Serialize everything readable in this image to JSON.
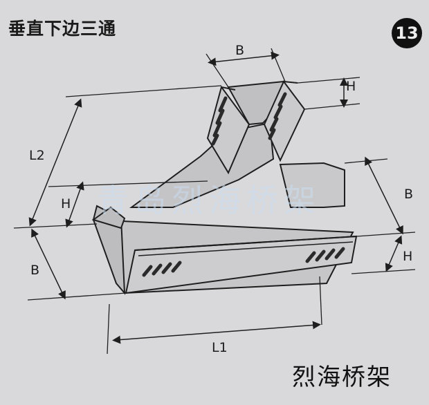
{
  "title": "垂直下边三通",
  "badge": "13",
  "labels": {
    "b_top": "B",
    "h_top": "H",
    "l2": "L2",
    "h_left": "H",
    "b_left": "B",
    "b_right": "B",
    "h_right": "H",
    "l1": "L1"
  },
  "watermark": "青岛烈海桥架",
  "footer": "烈海桥架",
  "colors": {
    "background": "#d9d9db",
    "line": "#1e1e1e",
    "tray_face": "#bfbfc1",
    "tray_light": "#d0d0d2",
    "slot": "#2a2a2a"
  }
}
